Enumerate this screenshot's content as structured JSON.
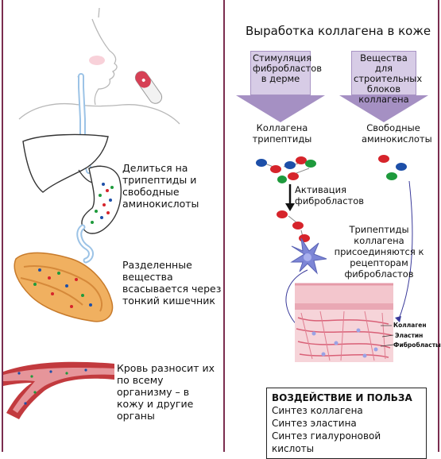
{
  "left": {
    "step1": "Делиться на трипептиды и свободные аминокислоты",
    "step2": "Разделенные вещества всасывается через тонкий кишечник",
    "step3": "Кровь разносит их по всему организму – в кожу и другие органы"
  },
  "right": {
    "title": "Выработка коллагена в коже",
    "box1": "Стимуляция фибробластов в дерме",
    "box2": "Вещества для строительных блоков коллагена",
    "label_tripeptides": "Коллагена трипептиды",
    "label_amino": "Свободные аминокислоты",
    "label_activation": "Активация фибробластов",
    "label_attach": "Трипептиды коллагена присоединяются к рецепторам фибробластов",
    "legend": [
      "Коллаген",
      "Эластин",
      "Фибробласты"
    ],
    "benefits_head": "ВОЗДЕЙСТВИЕ И ПОЛЬЗА",
    "benefits": [
      "Синтез коллагена",
      "Синтез эластина",
      "Синтез гиалуроновой кислоты"
    ]
  },
  "colors": {
    "frame": "#7b2d4f",
    "purple_arrow": "#a590c3",
    "purple_box": "#d7cce6",
    "red_molecule": "#d6242b",
    "green_molecule": "#1e9a3c",
    "blue_molecule": "#1d4fa8",
    "gut_orange": "#e8a04a",
    "skin_pink": "#f1b9c4"
  }
}
